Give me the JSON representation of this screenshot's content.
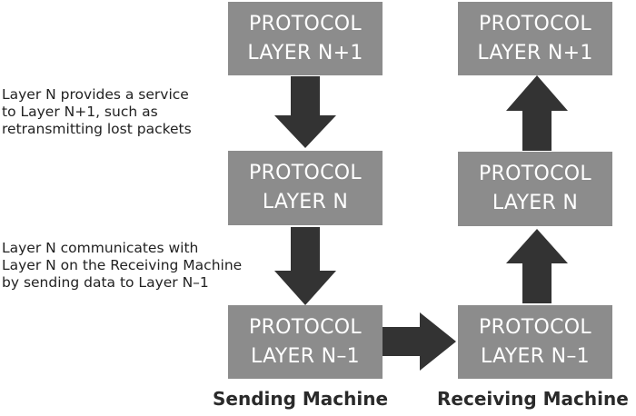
{
  "boxes": {
    "send_top": {
      "line1": "PROTOCOL",
      "line2": "LAYER N+1"
    },
    "send_mid": {
      "line1": "PROTOCOL",
      "line2": "LAYER N"
    },
    "send_bottom": {
      "line1": "PROTOCOL",
      "line2": "LAYER N–1"
    },
    "recv_top": {
      "line1": "PROTOCOL",
      "line2": "LAYER N+1"
    },
    "recv_mid": {
      "line1": "PROTOCOL",
      "line2": "LAYER N"
    },
    "recv_bottom": {
      "line1": "PROTOCOL",
      "line2": "LAYER N–1"
    }
  },
  "notes": {
    "service": [
      "Layer N provides a service",
      "to Layer N+1, such as",
      "retransmitting lost packets"
    ],
    "communicates": [
      "Layer N communicates with",
      "Layer N on the Receiving Machine",
      "by sending data to Layer N–1"
    ]
  },
  "labels": {
    "sending": "Sending Machine",
    "receiving": "Receiving Machine"
  },
  "colors": {
    "box_fill": "#8c8c8c",
    "box_text": "#ffffff",
    "arrow": "#333333"
  }
}
